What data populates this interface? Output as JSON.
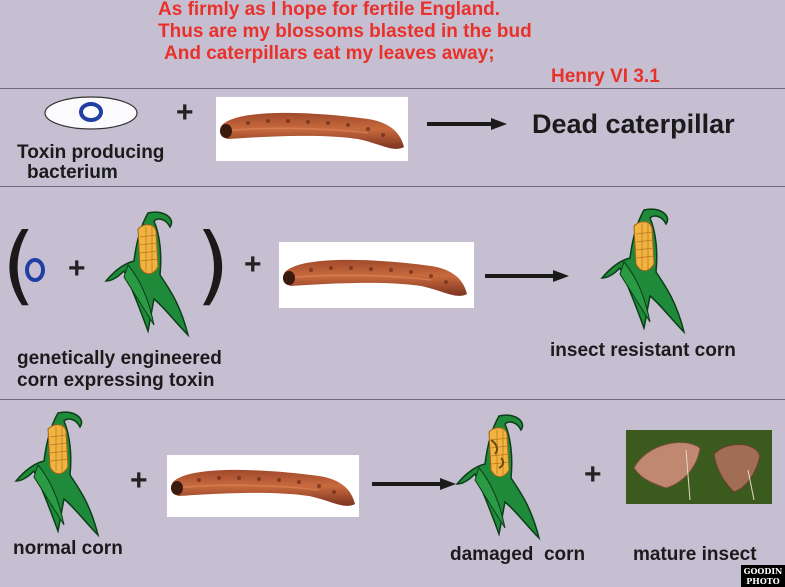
{
  "quote": {
    "line1": "As firmly as I hope for fertile England.",
    "line2": "Thus are my blossoms blasted in the bud",
    "line3": "And caterpillars eat my leaves away;",
    "attribution": "Henry VI 3.1"
  },
  "row1": {
    "plus": "+",
    "bacterium_label_line1": "Toxin producing",
    "bacterium_label_line2": "bacterium",
    "result": "Dead caterpillar"
  },
  "row2": {
    "paren_open": "(",
    "paren_close": ")",
    "plus_inner": "+",
    "plus_outer": "+",
    "engineered_label_line1": "genetically engineered",
    "engineered_label_line2": "corn expressing toxin",
    "result": "insect resistant corn"
  },
  "row3": {
    "plus1": "+",
    "plus2": "+",
    "normal_label": "normal corn",
    "damaged_label": "damaged  corn",
    "mature_label": "mature insect"
  },
  "watermark": "GOODIN PHOTO",
  "colors": {
    "background": "#c6bfd1",
    "quote_text": "#e8312a",
    "bacterium_ring": "#1f3fa3",
    "corn_kernel": "#f2b441",
    "corn_leaf": "#1f8a3a",
    "caterpillar": "#b4532f",
    "moth_panel": "#3b5a1e"
  }
}
